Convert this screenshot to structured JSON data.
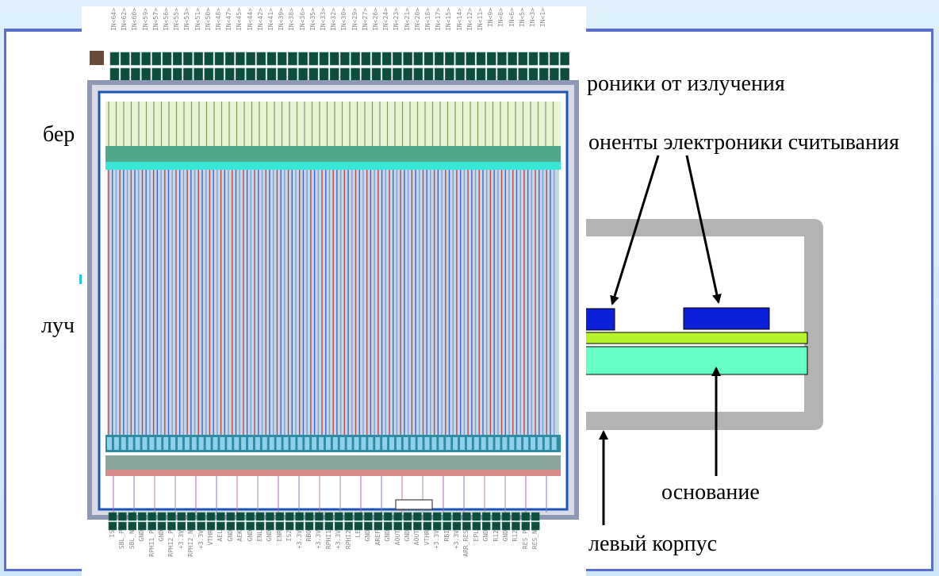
{
  "texts": {
    "protection": "роники от излучения",
    "beryllium": "бер",
    "readout": "оненты электроники считывания",
    "beam": "луч",
    "base": "основание",
    "housing": "левый корпус"
  },
  "chip": {
    "top_pins": [
      "IN<64>",
      "IN<62>",
      "IN<60>",
      "IN<59>",
      "IN<57>",
      "IN<56>",
      "IN<55>",
      "IN<53>",
      "IN<51>",
      "IN<50>",
      "IN<48>",
      "IN<47>",
      "IN<45>",
      "IN<44>",
      "IN<42>",
      "IN<41>",
      "IN<39>",
      "IN<38>",
      "IN<36>",
      "IN<35>",
      "IN<33>",
      "IN<32>",
      "IN<30>",
      "IN<29>",
      "IN<27>",
      "IN<26>",
      "IN<24>",
      "IN<23>",
      "IN<21>",
      "IN<20>",
      "IN<18>",
      "IN<17>",
      "IN<15>",
      "IN<14>",
      "IN<12>",
      "IN<11>",
      "IN<9>",
      "IN<8>",
      "IN<6>",
      "IN<5>",
      "IN<3>",
      "IN<1>"
    ],
    "bottom_pins": [
      "IS",
      "SBL_P",
      "SBL_N",
      "GND",
      "RPHI1_P",
      "GND",
      "RPHI2_P",
      "+3.3V",
      "RPHI2_N",
      "+3.3V",
      "VTHR",
      "AEL",
      "GND",
      "AEK",
      "GND",
      "ENL",
      "GND",
      "ENR",
      "IS2",
      "+3.3V",
      "RBO",
      "+3.3V",
      "RPHI1",
      "+3.3V",
      "RPHI2",
      "LE",
      "GND",
      "AREF",
      "GND",
      "AOUT",
      "GND",
      "AOUT",
      "VTHR",
      "+3.3V",
      "RBI",
      "+3.3V",
      "ARR_RES",
      "EPL",
      "GND",
      "R12",
      "GND",
      "R12",
      "RES_P",
      "RES_N"
    ]
  },
  "colors": {
    "frame": "#5b6fcf",
    "housing": "#b3b3b3",
    "chip_blue": "#0a1fd6",
    "film": "#b5f32b",
    "base": "#66ffc7",
    "pad": "#0e4d3e"
  }
}
